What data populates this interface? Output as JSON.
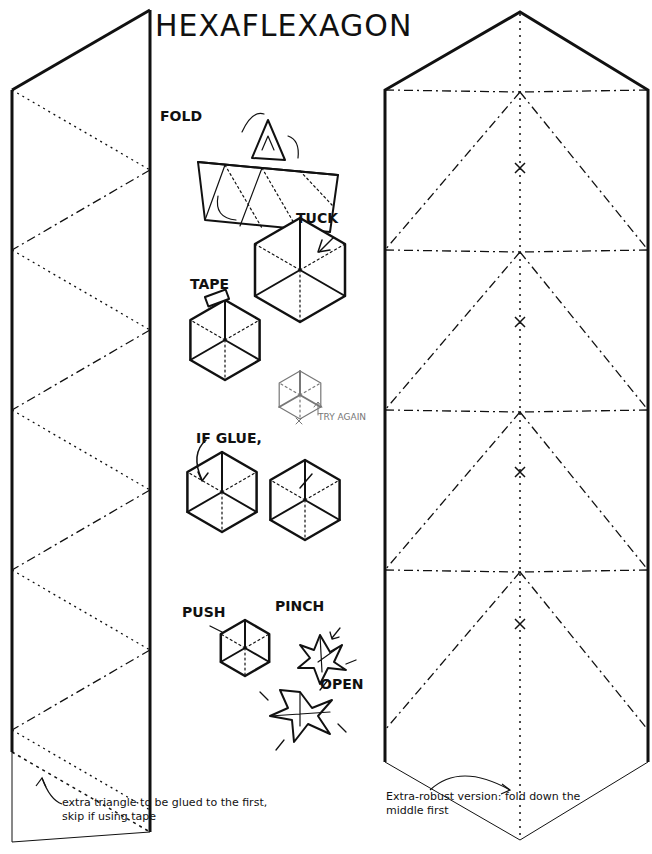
{
  "diagram": {
    "title": "HEXAFLEXAGON",
    "labels": [
      "FOLD",
      "TUCK",
      "TAPE",
      "TRY AGAIN",
      "IF GLUE,",
      "PUSH",
      "PINCH",
      "OPEN",
      "extra triangle to be glued to the first, skip if using tape",
      "Extra-robust version: fold down the middle first"
    ]
  }
}
